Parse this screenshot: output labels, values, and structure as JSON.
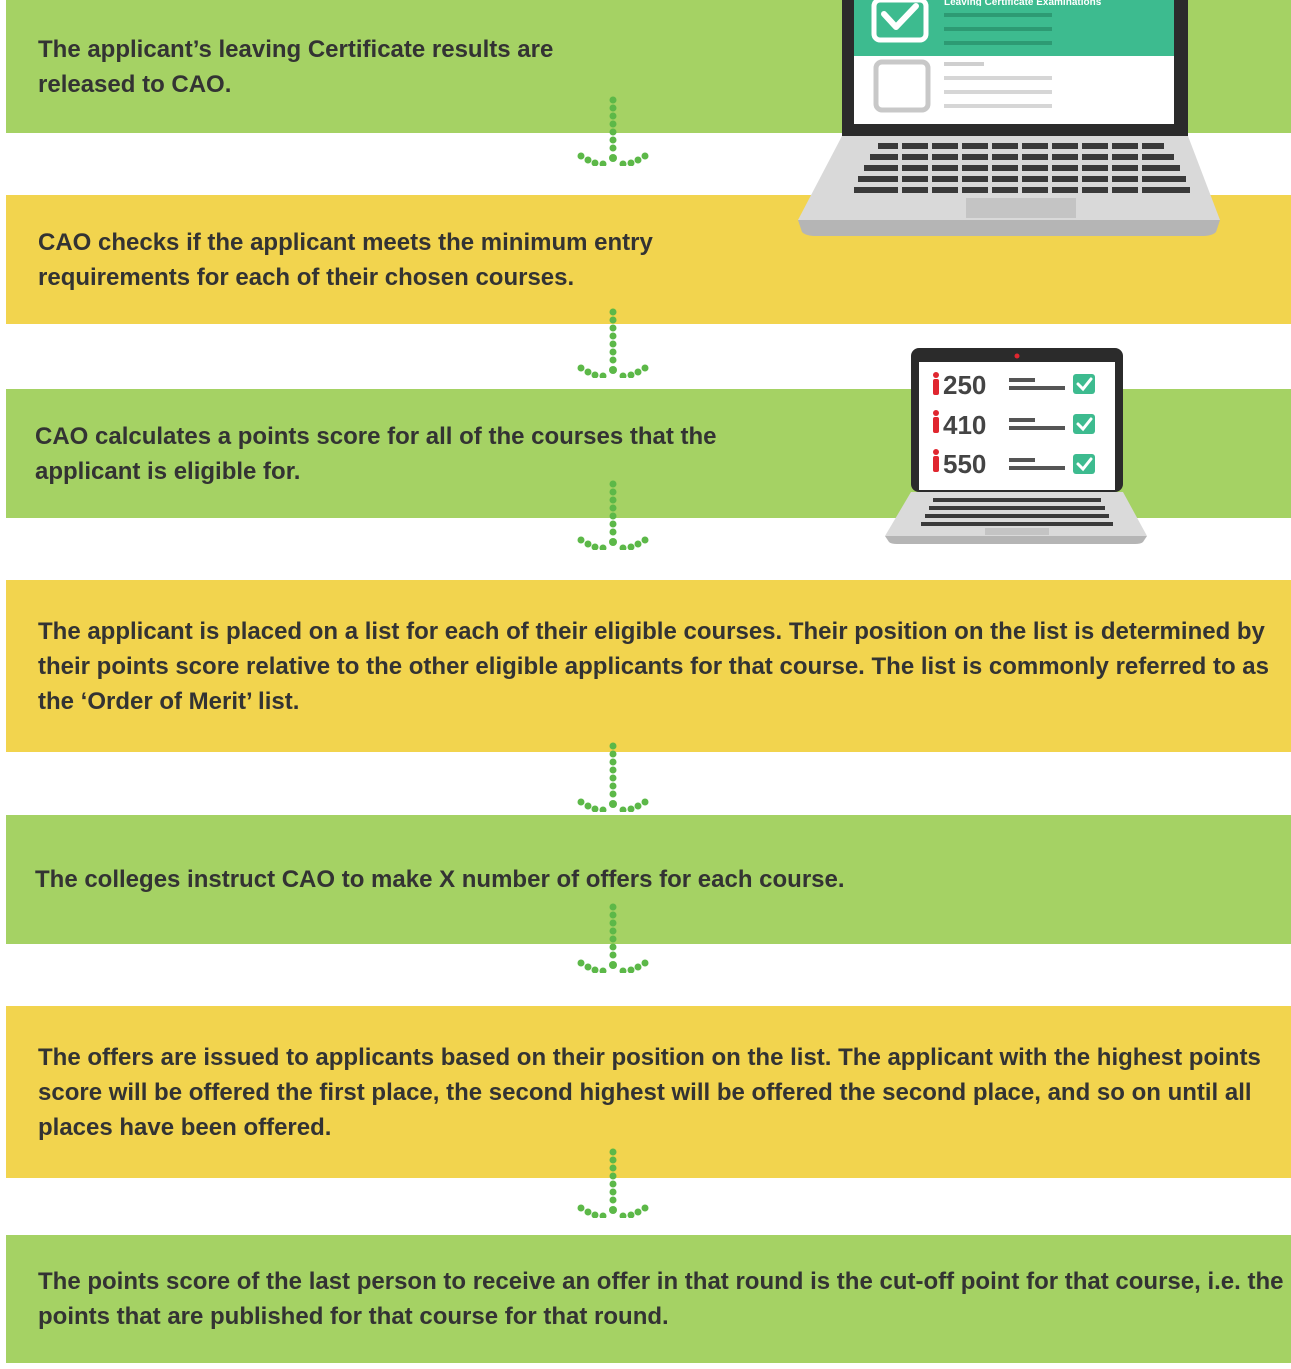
{
  "steps": [
    {
      "text": "The applicant’s leaving Certificate results are released to CAO.",
      "color": "#a5d264"
    },
    {
      "text": "CAO checks if the applicant meets the minimum entry requirements for each of their chosen courses.",
      "color": "#f2d44e"
    },
    {
      "text": "CAO calculates a points score for all of the courses that the applicant is eligible for.",
      "color": "#a5d264"
    },
    {
      "text": "The applicant is placed on a list for each of their eligible courses. Their position on the list is determined by their points score relative to the other eligible applicants for that course. The list is commonly referred to as the ‘Order of Merit’ list.",
      "color": "#f2d44e"
    },
    {
      "text": "The colleges instruct CAO to make X number of offers for each course.",
      "color": "#a5d264"
    },
    {
      "text": "The offers are issued to applicants based on their position on the list. The applicant with the highest points score will be offered the first place, the second highest will be offered the second place, and so on until all places have been offered.",
      "color": "#f2d44e"
    },
    {
      "text": "The points score of the last person to receive an offer in that round is the cut-off point for that course, i.e. the points that are published for that course for that round.",
      "color": "#a5d264"
    }
  ],
  "laptop_results": {
    "caption": "Leaving Certificate Examinations",
    "icon": "laptop-checklist-icon"
  },
  "laptop_points": {
    "icon": "laptop-points-icon",
    "scores": [
      "250",
      "410",
      "550"
    ]
  },
  "colors": {
    "arrow": "#5cb848",
    "check_green": "#3dbb8f",
    "person_red": "#e0262f"
  }
}
